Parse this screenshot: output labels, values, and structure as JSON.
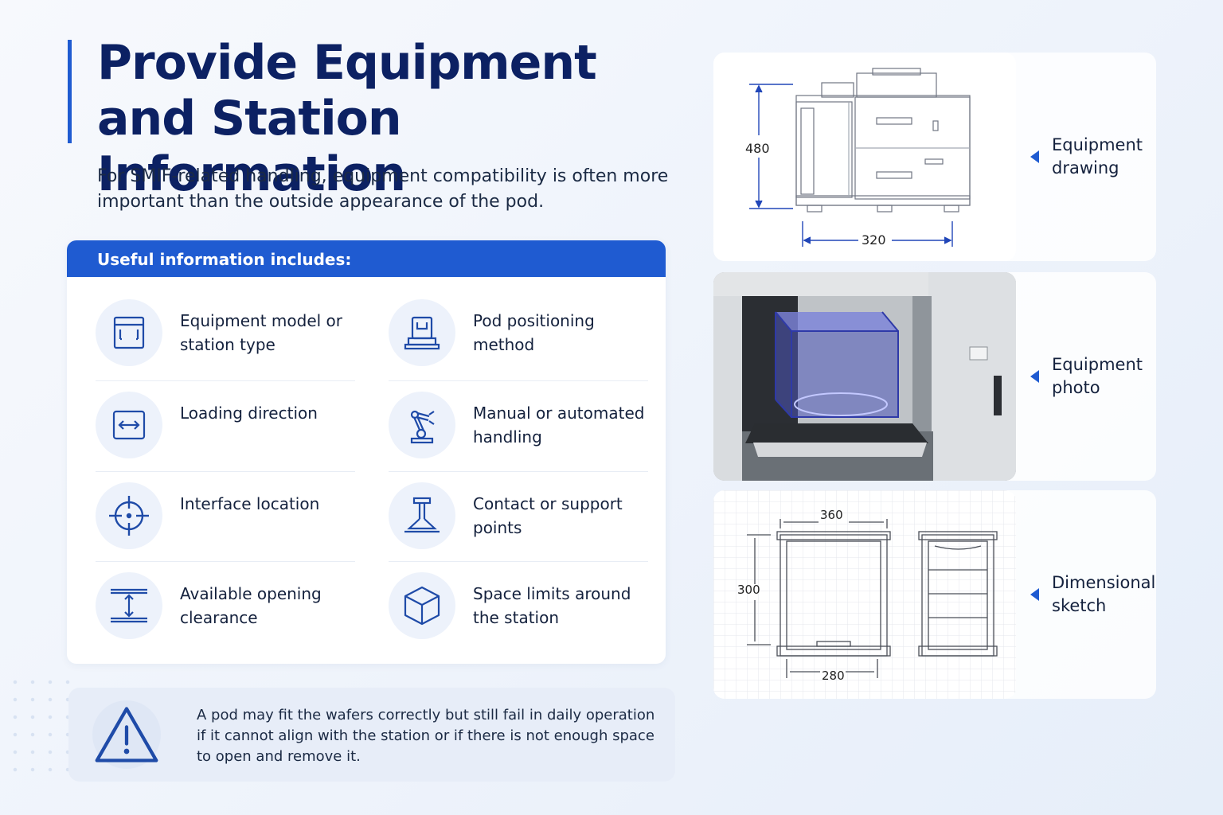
{
  "title": "Provide Equipment and Station Information",
  "intro": "For SMIF-related handling, equipment compatibility is often more important than the outside appearance of the pod.",
  "info": {
    "header": "Useful information includes:",
    "items": [
      {
        "label": "Equipment model or station type",
        "icon": "equipment-icon"
      },
      {
        "label": "Pod positioning method",
        "icon": "pod-positioning-icon"
      },
      {
        "label": "Loading direction",
        "icon": "loading-direction-icon"
      },
      {
        "label": "Manual or automated handling",
        "icon": "robot-arm-icon"
      },
      {
        "label": "Interface location",
        "icon": "crosshair-icon"
      },
      {
        "label": "Contact or support points",
        "icon": "support-point-icon"
      },
      {
        "label": "Available opening clearance",
        "icon": "clearance-icon"
      },
      {
        "label": "Space limits around the station",
        "icon": "cube-icon"
      }
    ]
  },
  "warning": {
    "icon": "warning-icon",
    "text": "A pod may fit the wafers correctly but still fail in daily operation if it cannot align with the station or if there is not enough space to open and remove it."
  },
  "panels": [
    {
      "label": "Equipment drawing",
      "dims": {
        "height": "480",
        "width": "320"
      }
    },
    {
      "label": "Equipment photo"
    },
    {
      "label": "Dimensional sketch",
      "dims": {
        "width": "360",
        "height": "300",
        "depth": "280"
      }
    }
  ],
  "colors": {
    "accent": "#1f5bd1",
    "title": "#0c2163",
    "icon": "#1f4ba8"
  }
}
